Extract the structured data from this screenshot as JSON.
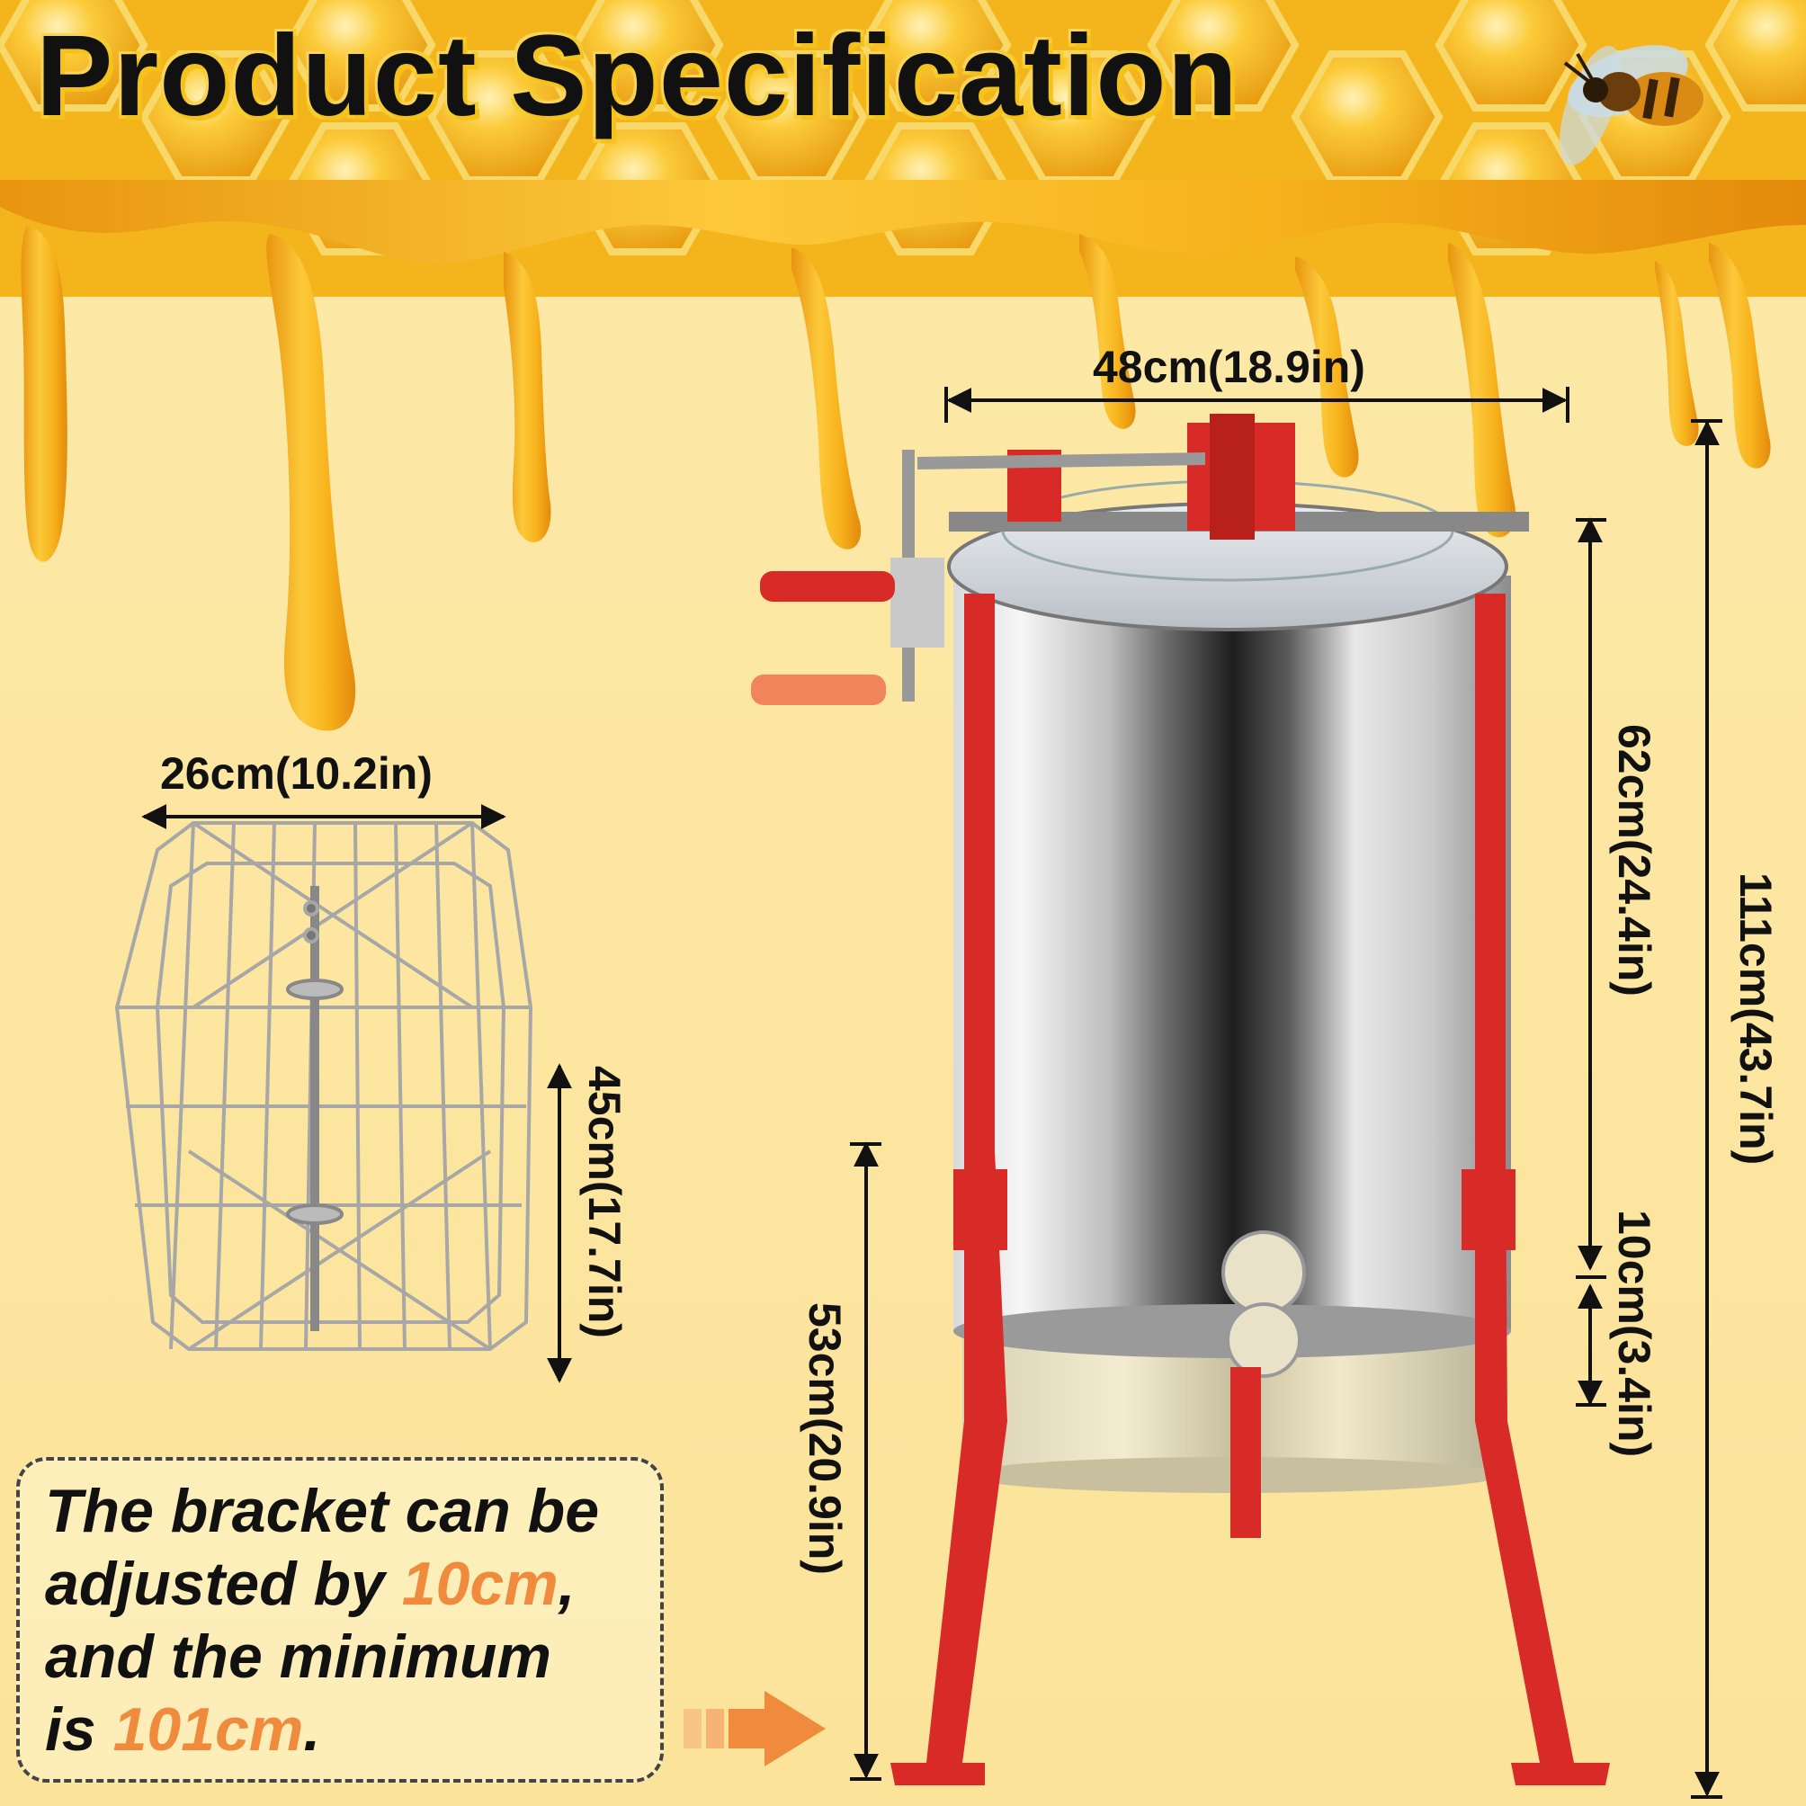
{
  "title": "Product Specification",
  "dimensions": {
    "top_width": "48cm(18.9in)",
    "basket_width": "26cm(10.2in)",
    "basket_height": "45cm(17.7in)",
    "drum_height": "62cm(24.4in)",
    "total_height": "111cm(43.7in)",
    "adjust_range": "10cm(3.4in)",
    "leg_height": "53cm(20.9in)"
  },
  "note": {
    "line1": "The bracket can be",
    "line2_prefix": "adjusted by ",
    "line2_highlight": "10cm",
    "line2_suffix": ",",
    "line3": "and the minimum",
    "line4_prefix": "is ",
    "line4_highlight": "101cm",
    "line4_suffix": "."
  },
  "colors": {
    "background": "#fbe7a4",
    "honey": "#f2b51c",
    "frame_red": "#d82a26",
    "accent_orange": "#f08a3c"
  }
}
